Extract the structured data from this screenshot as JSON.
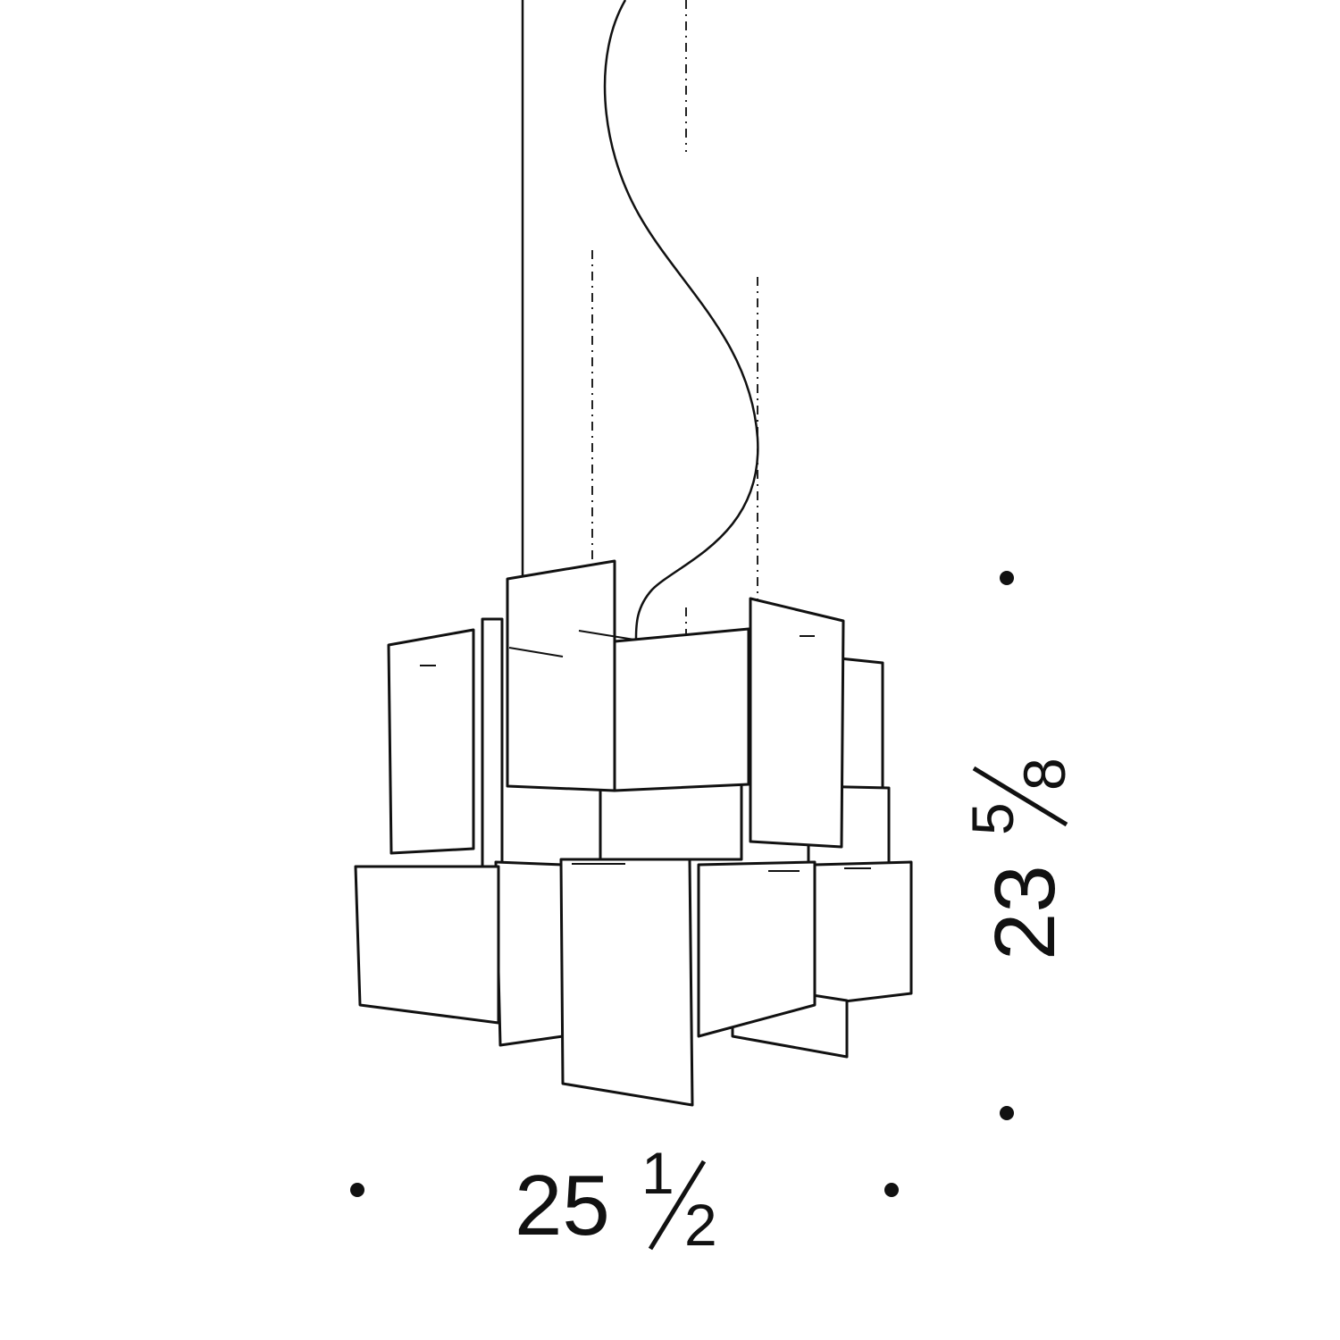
{
  "dimensions": {
    "width": {
      "whole": "25",
      "numerator": "1",
      "denominator": "2"
    },
    "height": {
      "whole": "23",
      "numerator": "5",
      "denominator": "8"
    }
  },
  "colors": {
    "line": "#111111",
    "background": "#ffffff"
  }
}
